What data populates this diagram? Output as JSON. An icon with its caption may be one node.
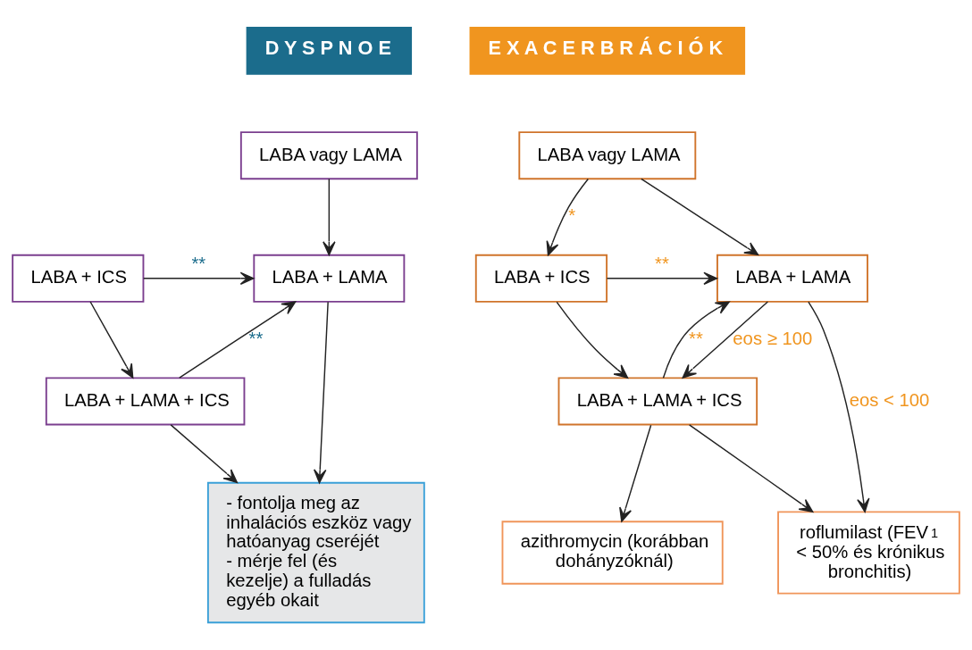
{
  "diagram": {
    "nodes": [
      {
        "text": [
          "D Y S P N O E"
        ]
      },
      {
        "text": [
          "LABA vagy LAMA"
        ]
      },
      {
        "text": [
          "LABA + LAMA"
        ]
      },
      {
        "text": [
          "LABA + ICS"
        ]
      },
      {
        "text": [
          "LABA + LAMA + ICS"
        ]
      },
      {
        "text": [
          "- fontolja meg az inhalációs eszköz vagy hatóanyag cseréjét",
          "- mérje fel (és kezelje) a fulladás egyéb okait"
        ]
      },
      {
        "text": [
          "E X A C E R B R Á C I Ó K"
        ]
      },
      {
        "text": [
          "LABA vagy LAMA"
        ]
      },
      {
        "text": [
          "LABA + LAMA"
        ]
      },
      {
        "text": [
          "LABA + ICS"
        ]
      },
      {
        "text": [
          "LABA + LAMA + ICS"
        ]
      },
      {
        "text": [
          "roflumilast (FEV$_{1}$ < 50% és krónikus bronchitis)"
        ]
      },
      {
        "text": [
          "azithromycin (korábban dohányzóknál)"
        ]
      }
    ],
    "edges": [
      {
        "from": 1,
        "to": 2,
        "arrow": "to"
      },
      {
        "from": 3,
        "to": 2,
        "arrow": "to",
        "label": "**"
      },
      {
        "from": 3,
        "to": 4,
        "arrow": "to"
      },
      {
        "from": 4,
        "to": 2,
        "arrow": "to",
        "label": "**"
      },
      {
        "from": 2,
        "to": 5,
        "arrow": "to"
      },
      {
        "from": 4,
        "to": 5,
        "arrow": "to"
      },
      {
        "from": 7,
        "to": 8,
        "arrow": "to"
      },
      {
        "from": 7,
        "to": 9,
        "arrow": "to",
        "label": "*"
      },
      {
        "from": 9,
        "to": 8,
        "arrow": "to",
        "label": "**"
      },
      {
        "from": 8,
        "to": 11,
        "arrow": "to",
        "label": "eos < 100"
      },
      {
        "from": 8,
        "to": 10,
        "arrow": "to",
        "label": "eos ≥ 100"
      },
      {
        "from": 10,
        "to": 8,
        "arrow": "to",
        "label": "**"
      },
      {
        "from": 9,
        "to": 10,
        "arrow": "to"
      },
      {
        "from": 10,
        "to": 11,
        "arrow": "to"
      },
      {
        "from": 10,
        "to": 12,
        "arrow": "to"
      }
    ]
  }
}
